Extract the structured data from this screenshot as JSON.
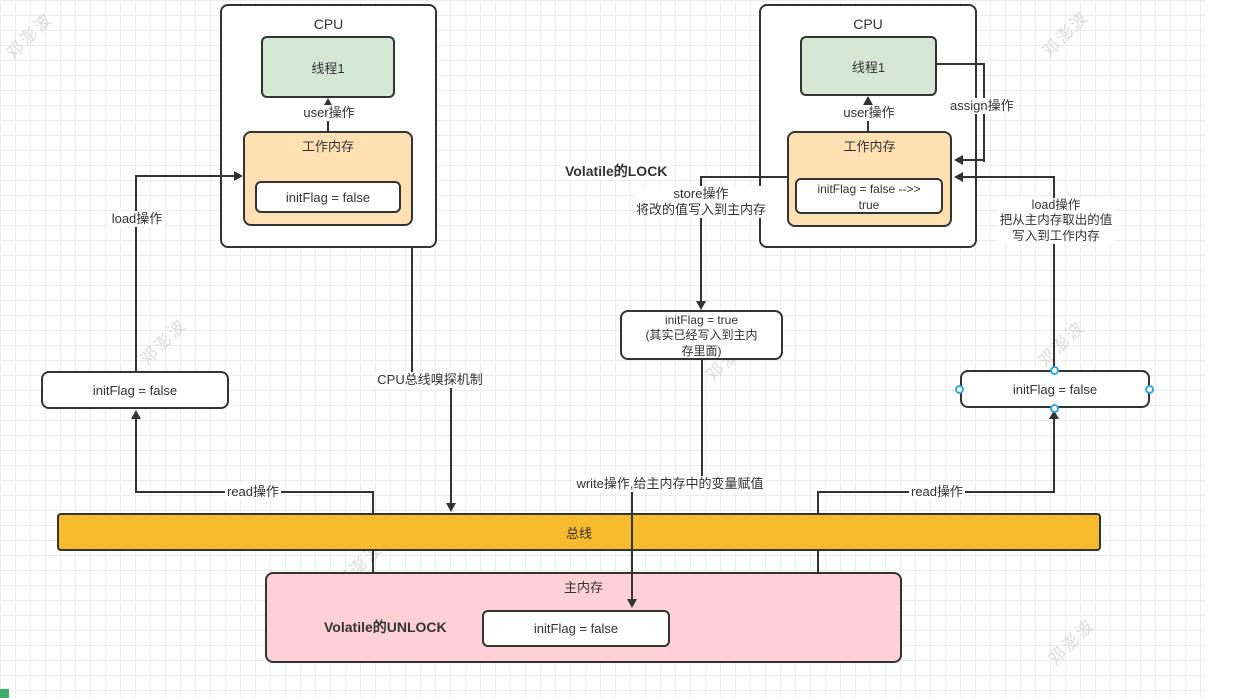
{
  "watermark": "邓澎波",
  "left_cpu": {
    "title": "CPU",
    "thread": "线程1",
    "user_op": "user操作",
    "work_mem_label": "工作内存",
    "flag_value": "initFlag = false"
  },
  "right_cpu": {
    "title": "CPU",
    "thread": "线程1",
    "user_op": "user操作",
    "work_mem_label": "工作内存",
    "flag_line1": "initFlag = false -->>",
    "flag_line2": "true"
  },
  "connector_labels": {
    "load_left": "load操作",
    "assign": "assign操作",
    "store_line1": "store操作",
    "store_line2": "将改的值写入到主内存",
    "load_right_line1": "load操作",
    "load_right_line2": "把从主内存取出的值",
    "load_right_line3": "写入到工作内存",
    "cpu_bus_sniff": "CPU总线嗅探机制",
    "write": "write操作,给主内存中的变量赋值",
    "read_left": "read操作",
    "read_right": "read操作"
  },
  "annotations": {
    "volatile_lock": "Volatile的LOCK",
    "volatile_unlock": "Volatile的UNLOCK"
  },
  "mid_flag_box": {
    "line1": "initFlag = true",
    "line2": "(其实已经写入到主内",
    "line3": "存里面)"
  },
  "left_flag_box": {
    "value": "initFlag = false"
  },
  "right_flag_box": {
    "value": "initFlag = false"
  },
  "bus": {
    "label": "总线"
  },
  "main_memory": {
    "label": "主内存",
    "flag_value": "initFlag = false"
  },
  "colors": {
    "thread_green": "#d5e8d4",
    "work_mem_orange": "#ffe0b2",
    "bus_amber": "#f8bb2d",
    "memory_pink": "#ffd0d6",
    "line_dark": "#333333",
    "selection_blue": "#2fa7e4",
    "watermark_gray": "#bfbfbf"
  }
}
